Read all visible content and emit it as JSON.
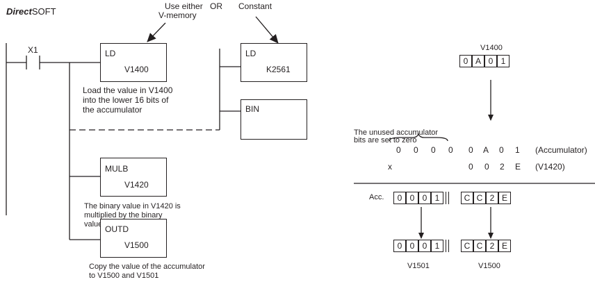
{
  "header": {
    "brand_bold": "Direct",
    "brand_rest": "SOFT"
  },
  "notes": {
    "use_either": "Use either",
    "or": "OR",
    "constant": "Constant",
    "vmemory": "V-memory"
  },
  "ladder": {
    "contact": "X1",
    "ld": {
      "op": "LD",
      "operand": "V1400"
    },
    "ld_const": {
      "op": "LD",
      "operand": "K2561"
    },
    "bin": {
      "op": "BIN"
    },
    "mulb": {
      "op": "MULB",
      "operand": "V1420"
    },
    "outd": {
      "op": "OUTD",
      "operand": "V1500"
    },
    "desc_ld": [
      "Load the value in V1400",
      "into the lower 16 bits of",
      "the accumulator"
    ],
    "desc_mulb": [
      "The binary value in V1420 is",
      "multiplied by the binary",
      "value in the accumulator"
    ],
    "desc_outd": [
      "Copy the value of the accumulator",
      "to V1500 and V1501"
    ]
  },
  "calc": {
    "v1400_label": "V1400",
    "v1400_digits": [
      "0",
      "A",
      "0",
      "1"
    ],
    "unused_note": [
      "The unused accumulator",
      "bits are set to zero"
    ],
    "acc_row": [
      "0",
      "0",
      "0",
      "0",
      "0",
      "A",
      "0",
      "1"
    ],
    "acc_row_label": "(Accumulator)",
    "mult_symbol": "x",
    "mult_row": [
      "0",
      "0",
      "2",
      "E"
    ],
    "mult_row_label": "(V1420)",
    "acc_label": "Acc.",
    "acc_digits": [
      "0",
      "0",
      "0",
      "1",
      "C",
      "C",
      "2",
      "E"
    ],
    "out_digits": [
      "0",
      "0",
      "0",
      "1",
      "C",
      "C",
      "2",
      "E"
    ],
    "out_high_label": "V1501",
    "out_low_label": "V1500"
  }
}
